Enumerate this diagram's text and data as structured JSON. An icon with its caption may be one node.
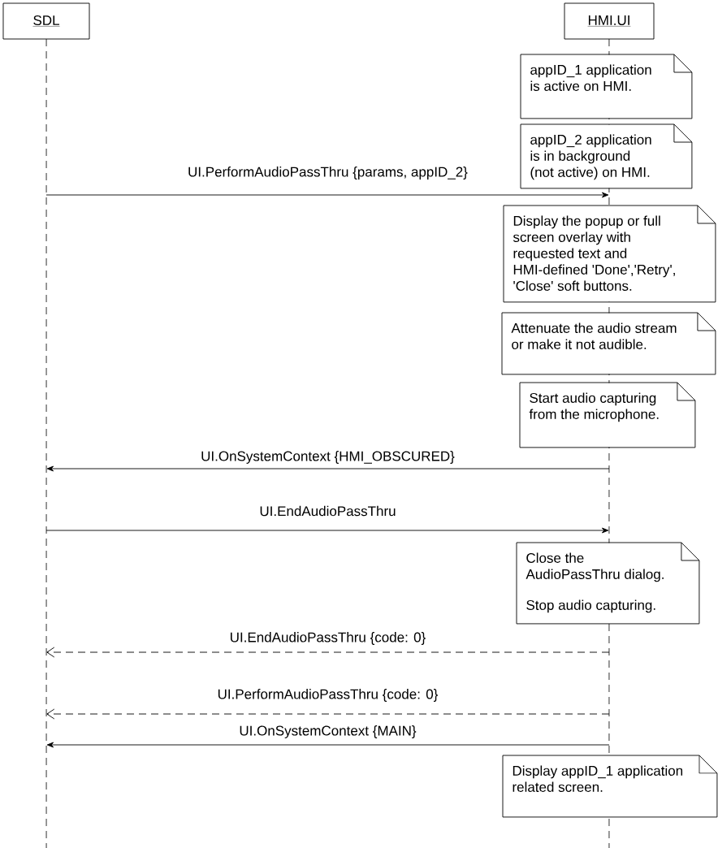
{
  "diagram": {
    "nodes": [
      {
        "text": [
          "SDL"
        ]
      },
      {
        "text": [
          "HMI.UI"
        ]
      },
      {
        "text": [
          "appID_1 application is active on HMI."
        ]
      },
      {
        "text": [
          "appID_2 application is in background (not active) on HMI."
        ]
      },
      {
        "text": [
          "Display the popup or full screen overlay with requested text and HMI-defined 'Done','Retry', 'Close' soft buttons."
        ]
      },
      {
        "text": [
          "Attenuate the audio stream or make it not audible."
        ]
      },
      {
        "text": [
          "Start audio capturing from the microphone."
        ]
      },
      {
        "text": [
          "Close the AudioPassThru dialog.",
          "Stop audio capturing."
        ]
      },
      {
        "text": [
          "Display appID_1 application related screen."
        ]
      }
    ],
    "edges": [
      {
        "from": 0,
        "to": 1,
        "arrow": "to",
        "label": "UI.PerformAudioPassThru {params, appID_2}"
      },
      {
        "from": 1,
        "to": 0,
        "arrow": "to",
        "label": "UI.OnSystemContext {HMI_OBSCURED}"
      },
      {
        "from": 0,
        "to": 1,
        "arrow": "to",
        "label": "UI.EndAudioPassThru"
      },
      {
        "from": 1,
        "to": 0,
        "arrow": "to",
        "label": "UI.EndAudioPassThru {code: 0}",
        "style": "dashed"
      },
      {
        "from": 1,
        "to": 0,
        "arrow": "to",
        "label": "UI.PerformAudioPassThru {code: 0}",
        "style": "dashed"
      },
      {
        "from": 1,
        "to": 0,
        "arrow": "to",
        "label": "UI.OnSystemContext {MAIN}"
      }
    ]
  }
}
